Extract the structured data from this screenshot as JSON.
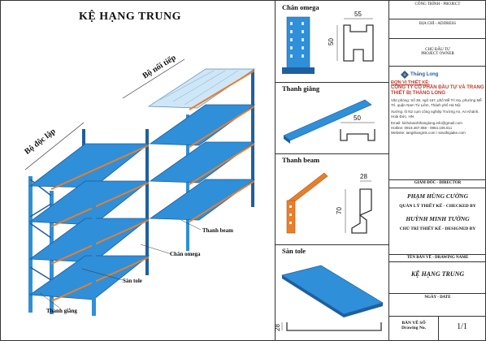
{
  "drawing": {
    "title": "KỆ HẠNG TRUNG",
    "labels": {
      "bo_noi_tiep": "Bộ nối tiếp",
      "bo_doc_lap": "Bộ độc lập",
      "thanh_beam": "Thanh beam",
      "chan_omega": "Chân omega",
      "san_tole": "Sàn tole",
      "thanh_giang": "Thanh giằng"
    }
  },
  "details": [
    {
      "title": "Chân omega",
      "dims": [
        "55",
        "50"
      ]
    },
    {
      "title": "Thanh giằng",
      "dims": [
        "50"
      ]
    },
    {
      "title": "Thanh beam",
      "dims": [
        "28",
        "70"
      ]
    },
    {
      "title": "Sàn tole",
      "dims": [
        "28"
      ]
    }
  ],
  "title_block": {
    "project": "CÔNG TRÌNH - PROJECT",
    "address": "ĐỊA CHỈ - ADDRESS",
    "owner_vi": "CHỦ ĐẦU TƯ",
    "owner_en": "PROJECT OWNER",
    "logo_text": "Thăng Long",
    "designer_unit": "ĐƠN VỊ THIẾT KẾ:",
    "company": "CÔNG TY CỔ PHẦN ĐẦU TƯ VÀ TRANG THIẾT BỊ THĂNG LONG",
    "office": "Văn phòng: Số 38, ngõ 167, phố Mễ Trì Hạ, phường Mễ Trì, quận Nam Từ Liêm, Thành phố Hà Nội",
    "factory": "Xưởng: lô N2 cụm công nghiệp Trường An, An Khánh, Hoài Đức, HN",
    "email": "Email: kinhdoanhthanglong.info@gmail.com",
    "hotline": "Hotline: 0919.467.868 - 0964.106.611",
    "website": "Website: tangthangmk.com / sieuthigiake.com",
    "director_role": "GIÁM ĐỐC - DIRECTOR",
    "director": "PHẠM HÙNG CƯỜNG",
    "checker_role": "QUẢN LÝ THIẾT KẾ - CHECKED BY",
    "checker": "HUỲNH MINH TƯỜNG",
    "designer_role": "CHỦ TRÌ THIẾT KẾ - DESIGNED BY",
    "drawing_name_label": "TÊN BẢN VẼ - DRAWING NAME",
    "drawing_name": "KỆ HẠNG TRUNG",
    "date_label": "NGÀY - DATE",
    "drawing_no_label_vi": "BẢN VẼ SỐ",
    "drawing_no_label_en": "Drawing No.",
    "drawing_no": "1/1"
  },
  "colors": {
    "blue": "#2f8fd8",
    "orange": "#e87f2e",
    "dark_blue": "#1f5fa0"
  }
}
